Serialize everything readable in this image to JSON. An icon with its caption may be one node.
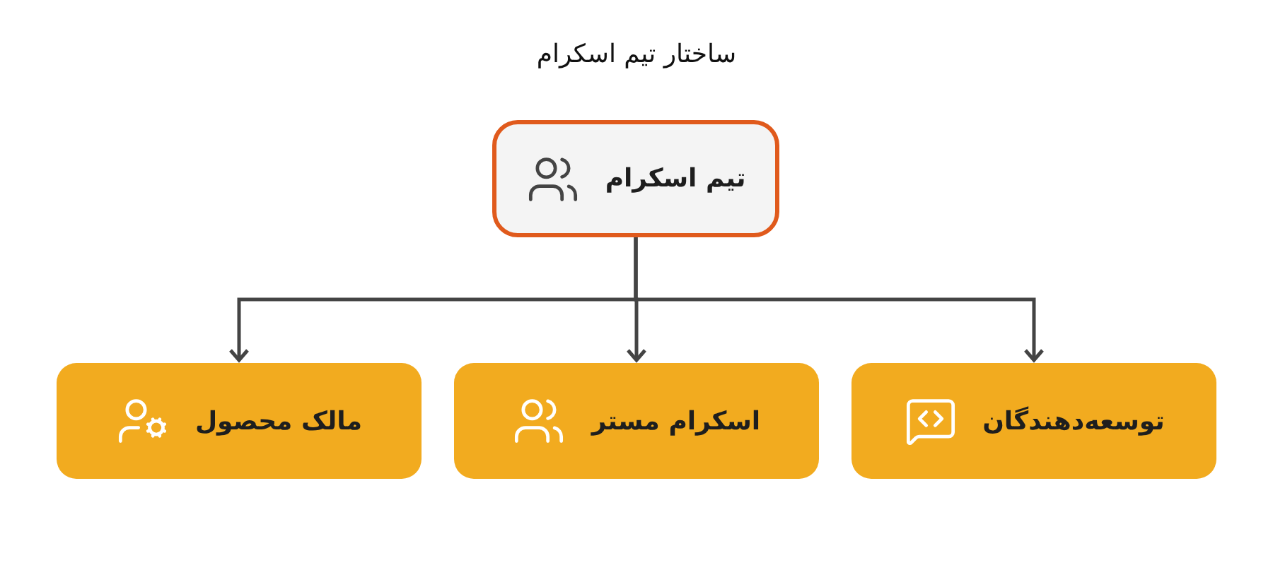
{
  "diagram": {
    "title": "ساختار تیم اسکرام",
    "nodes": [
      {
        "text": [
          "تیم اسکرام"
        ]
      },
      {
        "text": [
          "توسعه‌دهندگان"
        ]
      },
      {
        "text": [
          "اسکرام مستر"
        ]
      },
      {
        "text": [
          "مالک محصول"
        ]
      }
    ],
    "edges": [
      {
        "from": 0,
        "to": 1,
        "arrow": "to"
      },
      {
        "from": 0,
        "to": 2,
        "arrow": "to"
      },
      {
        "from": 0,
        "to": 3,
        "arrow": "to"
      }
    ]
  }
}
